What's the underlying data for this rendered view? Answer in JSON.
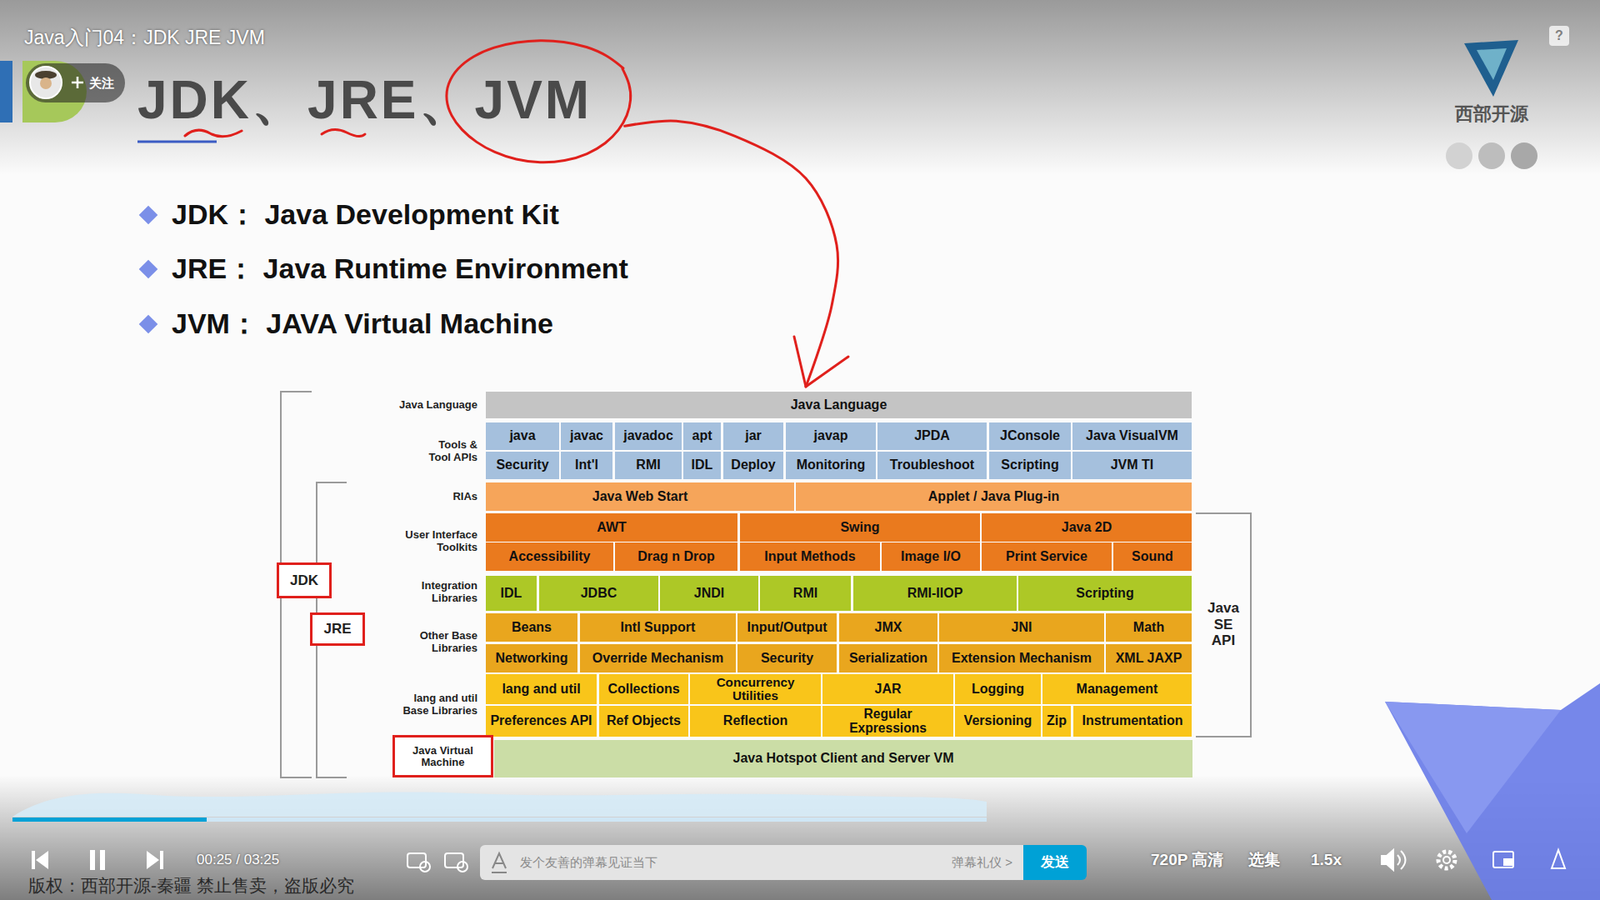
{
  "diagram": {
    "title": "JDK、JRE、JVM",
    "nodes": [
      {
        "text": [
          "Java Language"
        ]
      },
      {
        "text": [
          "java"
        ]
      },
      {
        "text": [
          "javac"
        ]
      },
      {
        "text": [
          "javadoc"
        ]
      },
      {
        "text": [
          "apt"
        ]
      },
      {
        "text": [
          "jar"
        ]
      },
      {
        "text": [
          "javap"
        ]
      },
      {
        "text": [
          "JPDA"
        ]
      },
      {
        "text": [
          "JConsole"
        ]
      },
      {
        "text": [
          "Java VisualVM"
        ]
      },
      {
        "text": [
          "Security"
        ]
      },
      {
        "text": [
          "Int'l"
        ]
      },
      {
        "text": [
          "RMI"
        ]
      },
      {
        "text": [
          "IDL"
        ]
      },
      {
        "text": [
          "Deploy"
        ]
      },
      {
        "text": [
          "Monitoring"
        ]
      },
      {
        "text": [
          "Troubleshoot"
        ]
      },
      {
        "text": [
          "Scripting"
        ]
      },
      {
        "text": [
          "JVM TI"
        ]
      },
      {
        "text": [
          "Java Web Start"
        ]
      },
      {
        "text": [
          "Applet / Java Plug-in"
        ]
      },
      {
        "text": [
          "AWT"
        ]
      },
      {
        "text": [
          "Swing"
        ]
      },
      {
        "text": [
          "Java 2D"
        ]
      },
      {
        "text": [
          "Accessibility"
        ]
      },
      {
        "text": [
          "Drag n Drop"
        ]
      },
      {
        "text": [
          "Input Methods"
        ]
      },
      {
        "text": [
          "Image I/O"
        ]
      },
      {
        "text": [
          "Print Service"
        ]
      },
      {
        "text": [
          "Sound"
        ]
      },
      {
        "text": [
          "IDL"
        ]
      },
      {
        "text": [
          "JDBC"
        ]
      },
      {
        "text": [
          "JNDI"
        ]
      },
      {
        "text": [
          "RMI"
        ]
      },
      {
        "text": [
          "RMI-IIOP"
        ]
      },
      {
        "text": [
          "Scripting"
        ]
      },
      {
        "text": [
          "Beans"
        ]
      },
      {
        "text": [
          "Intl Support"
        ]
      },
      {
        "text": [
          "Input/Output"
        ]
      },
      {
        "text": [
          "JMX"
        ]
      },
      {
        "text": [
          "JNI"
        ]
      },
      {
        "text": [
          "Math"
        ]
      },
      {
        "text": [
          "Networking"
        ]
      },
      {
        "text": [
          "Override Mechanism"
        ]
      },
      {
        "text": [
          "Security"
        ]
      },
      {
        "text": [
          "Serialization"
        ]
      },
      {
        "text": [
          "Extension Mechanism"
        ]
      },
      {
        "text": [
          "XML JAXP"
        ]
      },
      {
        "text": [
          "lang and util"
        ]
      },
      {
        "text": [
          "Collections"
        ]
      },
      {
        "text": [
          "Concurrency Utilities"
        ]
      },
      {
        "text": [
          "JAR"
        ]
      },
      {
        "text": [
          "Logging"
        ]
      },
      {
        "text": [
          "Management"
        ]
      },
      {
        "text": [
          "Preferences API"
        ]
      },
      {
        "text": [
          "Ref Objects"
        ]
      },
      {
        "text": [
          "Reflection"
        ]
      },
      {
        "text": [
          "Regular Expressions"
        ]
      },
      {
        "text": [
          "Versioning"
        ]
      },
      {
        "text": [
          "Zip"
        ]
      },
      {
        "text": [
          "Instrumentation"
        ]
      },
      {
        "text": [
          "Java Hotspot Client and Server VM"
        ]
      },
      {
        "text": [
          "JDK"
        ]
      },
      {
        "text": [
          "JRE"
        ]
      },
      {
        "text": [
          "Java Virtual Machine"
        ]
      },
      {
        "text": [
          "关注"
        ]
      },
      {
        "text": [
          "发个友善的弹幕见证当下",
          "弹幕礼仪 >"
        ]
      },
      {
        "text": [
          "发送"
        ]
      }
    ],
    "labels": [
      "Java入门04：JDK JRE JVM",
      "JDK： Java Development Kit",
      "JRE： Java Runtime Environment",
      "JVM： JAVA Virtual Machine",
      "Java Language",
      "Tools & Tool APIs",
      "RIAs",
      "User Interface Toolkits",
      "Integration Libraries",
      "Other Base Libraries",
      "lang and util Base Libraries",
      "Java SE API",
      "西部开源",
      "?",
      "00:25 / 03:25",
      "720P 高清",
      "选集",
      "1.5x",
      "版权：西部开源-秦疆 禁止售卖，盗版必究"
    ]
  }
}
